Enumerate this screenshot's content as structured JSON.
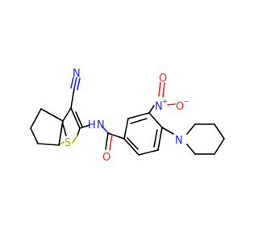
{
  "molecule": {
    "atoms": {
      "nitrile_n": "N",
      "amide_nh": "N",
      "amide_h": "H",
      "thiophene_s": "S",
      "carbonyl_o": "O",
      "nitro_n": "N",
      "nitro_o_double": "O",
      "nitro_o_single": "O",
      "piperidine_n": "N",
      "nitro_n_charge": "+",
      "nitro_o_charge": "−"
    },
    "colors": {
      "carbon": "#000000",
      "nitrogen": "#1f1fff",
      "oxygen": "#ff1f1f",
      "sulfur": "#b8a800"
    }
  }
}
